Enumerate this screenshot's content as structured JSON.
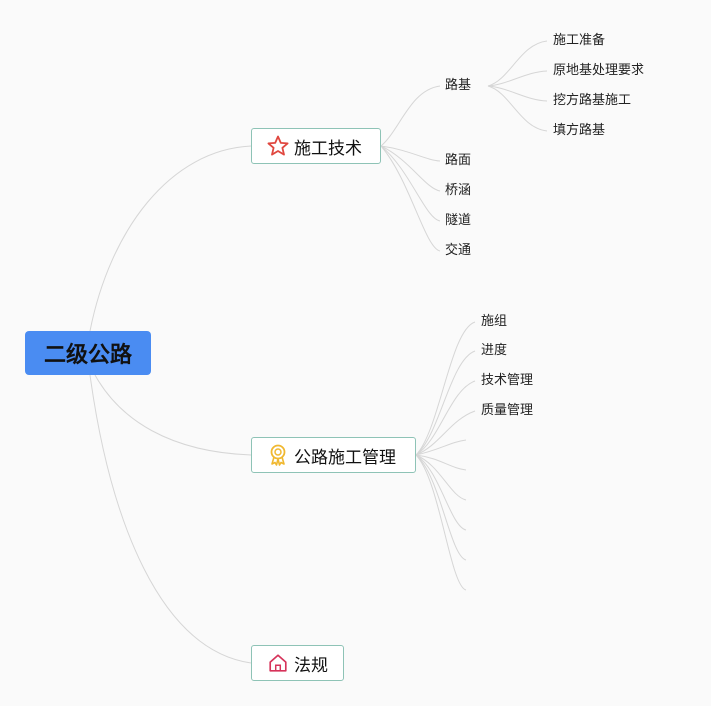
{
  "root": {
    "label": "二级公路"
  },
  "branches": [
    {
      "label": "施工技术",
      "icon": "star-icon",
      "children": [
        {
          "label": "路基",
          "children": [
            "施工准备",
            "原地基处理要求",
            "挖方路基施工",
            "填方路基"
          ]
        },
        {
          "label": "路面"
        },
        {
          "label": "桥涵"
        },
        {
          "label": "隧道"
        },
        {
          "label": "交通"
        }
      ]
    },
    {
      "label": "公路施工管理",
      "icon": "award-ribbon-icon",
      "children": [
        {
          "label": "施组"
        },
        {
          "label": "进度"
        },
        {
          "label": "技术管理"
        },
        {
          "label": "质量管理"
        }
      ]
    },
    {
      "label": "法规",
      "icon": "home-icon",
      "children": []
    }
  ],
  "colors": {
    "root_fill": "#4a8cf2",
    "branch_border": "#8ec3b6",
    "connector": "#d6d6d6",
    "star": "#e0473f",
    "award": "#f0b830",
    "home": "#d6335a"
  }
}
